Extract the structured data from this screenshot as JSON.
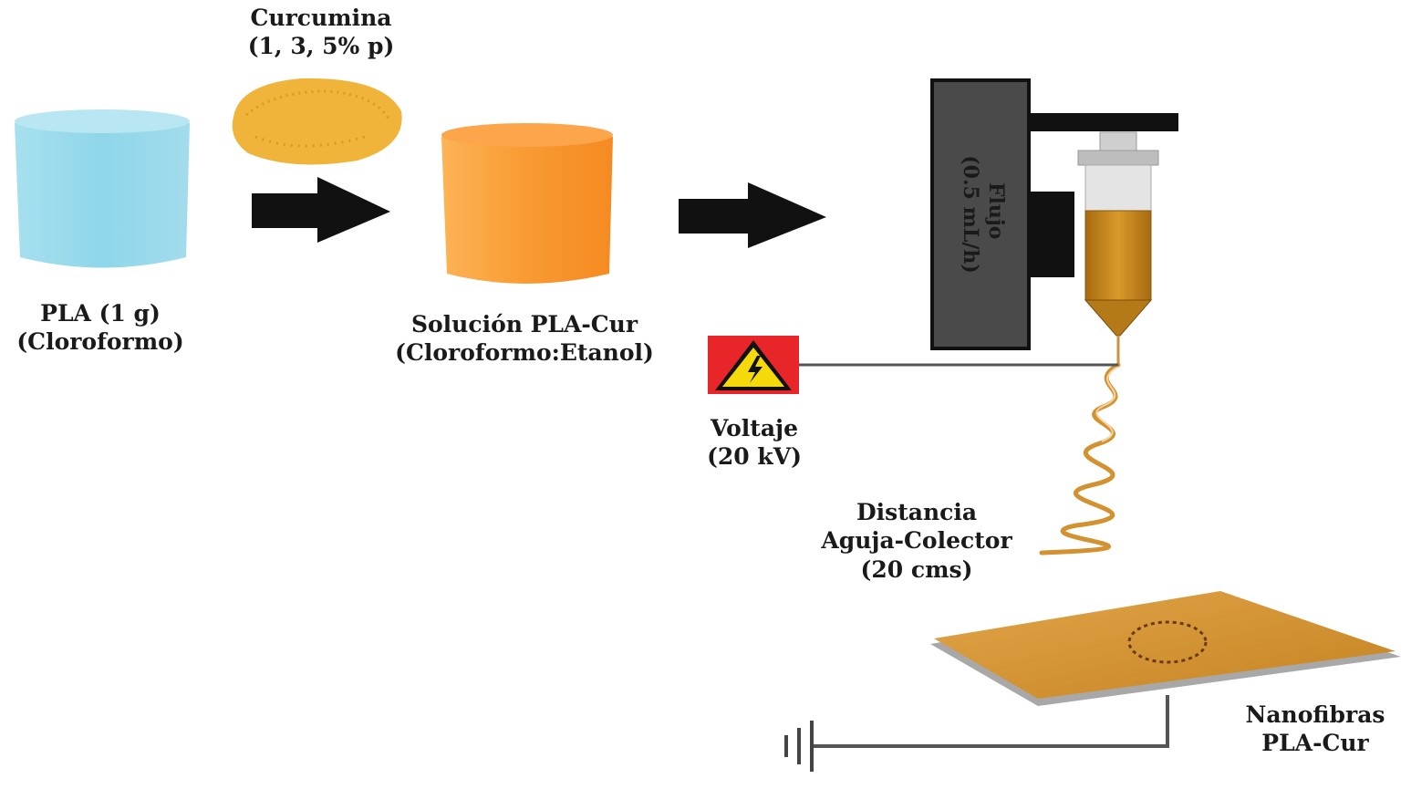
{
  "curcumin": {
    "line1": "Curcumina",
    "line2": "(1, 3, 5% p)"
  },
  "pla": {
    "line1": "PLA (1 g)",
    "line2": "(Cloroformo)"
  },
  "solution": {
    "line1": "Solución PLA-Cur",
    "line2": "(Cloroformo:Etanol)"
  },
  "pump": {
    "line1": "Flujo",
    "line2": "(0.5 mL/h)"
  },
  "voltage": {
    "line1": "Voltaje",
    "line2": "(20 kV)"
  },
  "distance": {
    "line1": "Distancia",
    "line2": "Aguja-Colector",
    "line3": "(20 cms)"
  },
  "product": {
    "line1": "Nanofibras",
    "line2": "PLA-Cur"
  },
  "colors": {
    "pla_beaker": "#8fd6ea",
    "solution_beaker": "#f99a32",
    "curcumin_powder": "#f0b43a",
    "pump_body": "#4a4a4a",
    "syringe_fluid": "#c9861a",
    "warning_red": "#e8262a",
    "warning_yellow": "#f5d90a",
    "collector": "#d3922f",
    "arrow": "#111111"
  }
}
